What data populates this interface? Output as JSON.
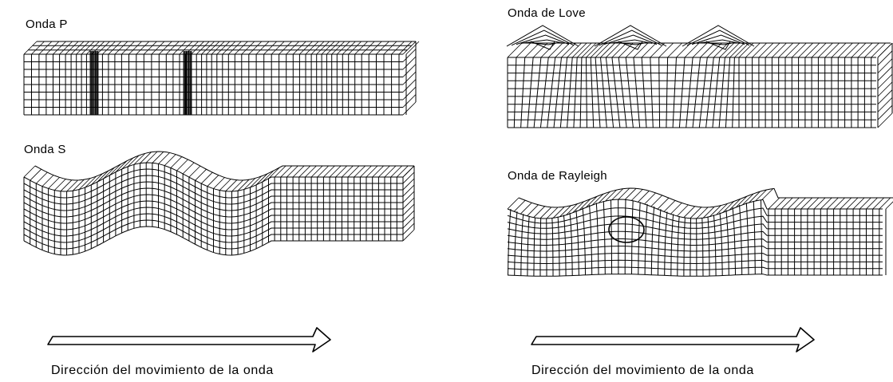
{
  "panels": {
    "p_wave": {
      "label": "Onda P"
    },
    "s_wave": {
      "label": "Onda S"
    },
    "love_wave": {
      "label": "Onda de Love"
    },
    "rayleigh_wave": {
      "label": "Onda de Rayleigh"
    }
  },
  "captions": {
    "left": "Dirección del movimiento de la onda",
    "right": "Dirección del movimiento de la onda"
  },
  "colors": {
    "ink": "#000000",
    "background": "#ffffff"
  }
}
